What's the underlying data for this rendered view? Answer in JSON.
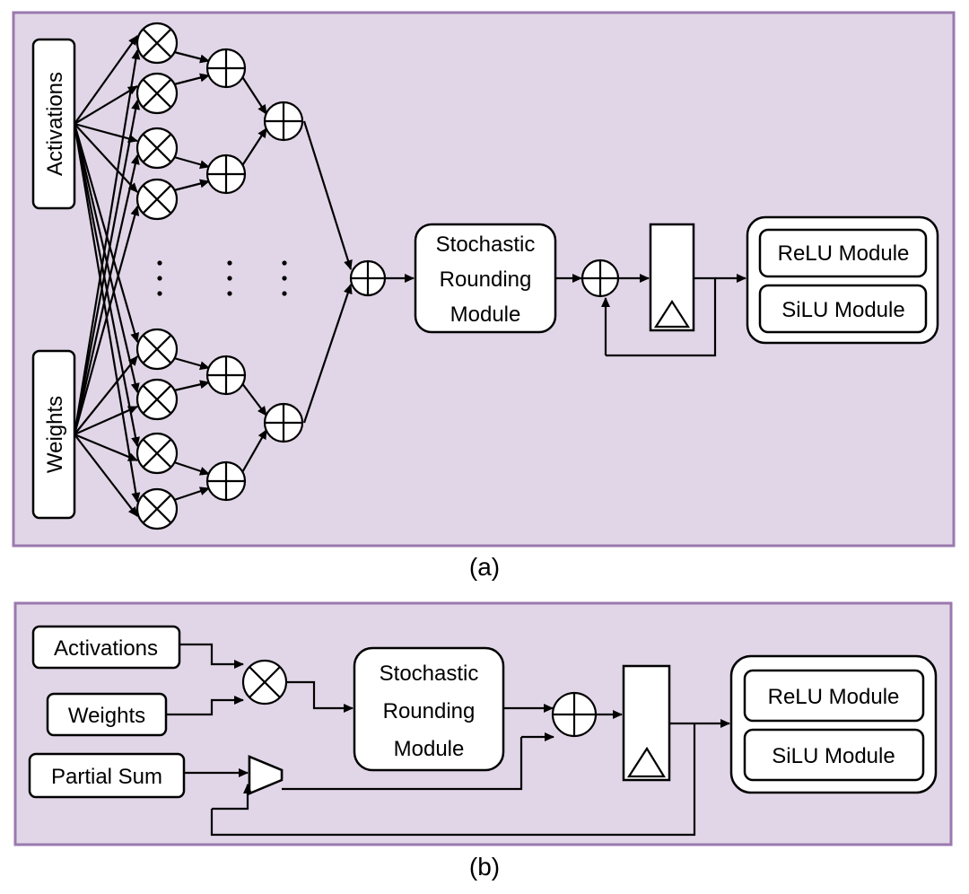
{
  "panel_a": {
    "caption": "(a)",
    "inputs": {
      "activations": "Activations",
      "weights": "Weights"
    },
    "rounding": {
      "line1": "Stochastic",
      "line2": "Rounding",
      "line3": "Module"
    },
    "relu": "ReLU Module",
    "silu": "SiLU Module"
  },
  "panel_b": {
    "caption": "(b)",
    "inputs": {
      "activations": "Activations",
      "weights": "Weights",
      "partial_sum": "Partial Sum"
    },
    "rounding": {
      "line1": "Stochastic",
      "line2": "Rounding",
      "line3": "Module"
    },
    "relu": "ReLU Module",
    "silu": "SiLU Module"
  },
  "colors": {
    "panel_fill": "#e1d6e7",
    "panel_border": "#9a79ae",
    "block_fill": "#ffffff",
    "line": "#000000"
  },
  "icons": {
    "multiplier": "circled-times-icon",
    "adder": "circled-plus-icon",
    "register": "register-icon",
    "mux": "mux-icon"
  }
}
